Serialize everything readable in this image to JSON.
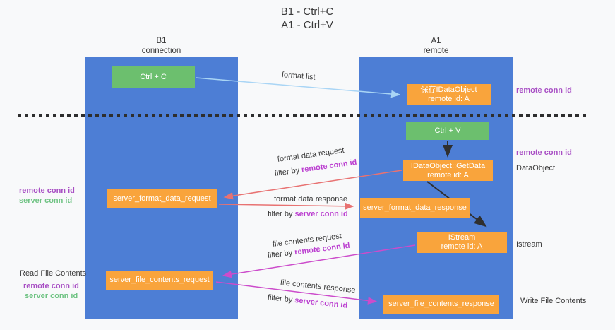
{
  "title": {
    "line1": "B1 - Ctrl+C",
    "line2": "A1 - Ctrl+V"
  },
  "columns": {
    "b1": {
      "name": "B1",
      "subtitle": "connection"
    },
    "a1": {
      "name": "A1",
      "subtitle": "remote"
    }
  },
  "nodes": {
    "ctrl_c": {
      "label": "Ctrl + C"
    },
    "save_idataobject": {
      "line1": "保存IDataObject",
      "line2": "remote id: A"
    },
    "ctrl_v": {
      "label": "Ctrl + V"
    },
    "getdata": {
      "line1": "IDataObject::GetData",
      "line2": "remote id: A"
    },
    "server_format_data_request": {
      "label": "server_format_data_request"
    },
    "server_format_data_response": {
      "label": "server_format_data_response"
    },
    "istream": {
      "line1": "IStream",
      "line2": "remote id: A"
    },
    "server_file_contents_request": {
      "label": "server_file_contents_request"
    },
    "server_file_contents_response": {
      "label": "server_file_contents_response"
    }
  },
  "edge_labels": {
    "format_list": "format list",
    "format_data_request": "format data request",
    "format_data_response": "format data response",
    "file_contents_request": "file contents request",
    "file_contents_response": "file contents response",
    "filter_by": "filter by ",
    "remote_conn_id": "remote conn id",
    "server_conn_id": "server conn id"
  },
  "side_labels": {
    "remote_conn_id": "remote conn id",
    "server_conn_id": "server conn id",
    "dataobject": "DataObject",
    "istream": "Istream",
    "read_file_contents": "Read File Contents",
    "write_file_contents": "Write File Contents"
  },
  "colors": {
    "column_blue": "#4d7ed5",
    "node_green": "#6cbf6e",
    "node_orange": "#f9a43c",
    "arrow_lightblue": "#a9d5f5",
    "arrow_black": "#2f2f2f",
    "arrow_red": "#e87272",
    "arrow_magenta": "#cc4ccb",
    "label_purple": "#a84fc4",
    "label_green": "#6fc383",
    "label_magenta": "#bb3fd0",
    "text": "#3a3a3a",
    "background": "#f8f9fa"
  }
}
